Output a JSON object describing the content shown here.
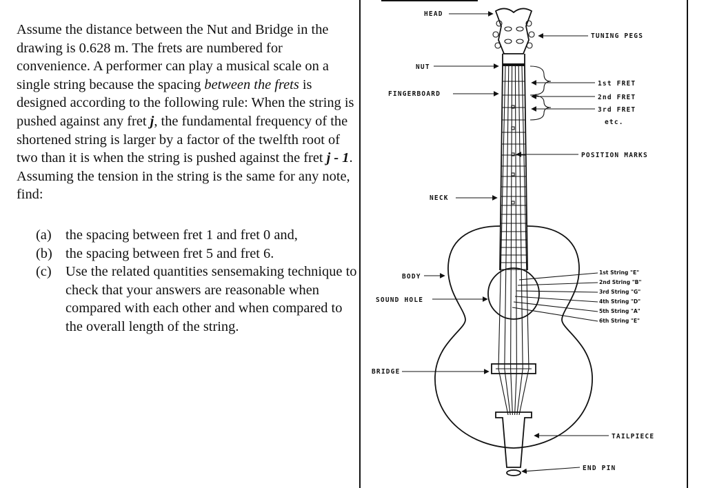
{
  "problem": {
    "s1": "Assume the distance between the Nut and Bridge in the drawing is 0.628 m. The frets are numbered for convenience. A performer can play a musical scale on a single string because the spacing ",
    "s1_it": "between the frets",
    "s2": " is designed according to the following rule: When the string is pushed against any fret ",
    "s2_j": "j",
    "s3": ", the fundamental frequency of the shortened string is larger by a factor of the twelfth root of two than it is when the string is pushed against the fret ",
    "s3_j": "j - 1",
    "s4": ". Assuming the tension in the string is the same for any note, find:",
    "parts": [
      {
        "marker": "(a)",
        "text": "the spacing between fret 1 and fret 0 and,"
      },
      {
        "marker": "(b)",
        "text": "the spacing between fret 5 and fret 6."
      },
      {
        "marker": "(c)",
        "text_a": "Use the ",
        "text_it": "related quantities",
        "text_b": " sensemaking technique to check that your answers are reasonable when compared with each other and when compared to the overall length of the string."
      }
    ]
  },
  "diagram": {
    "labels": {
      "head": "HEAD",
      "tuning_pegs": "TUNING PEGS",
      "nut": "NUT",
      "fingerboard": "FINGERBOARD",
      "fret1": "1st FRET",
      "fret2": "2nd FRET",
      "fret3": "3rd FRET",
      "etc": "etc.",
      "position_marks": "POSITION MARKS",
      "neck": "NECK",
      "body": "BODY",
      "sound_hole": "SOUND HOLE",
      "bridge": "BRIDGE",
      "tailpiece": "TAILPIECE",
      "end_pin": "END PIN"
    },
    "strings": [
      "1st String \"E\"",
      "2nd String \"B\"",
      "3rd String \"G\"",
      "4th String \"D\"",
      "5th String \"A\"",
      "6th String \"E\""
    ]
  }
}
